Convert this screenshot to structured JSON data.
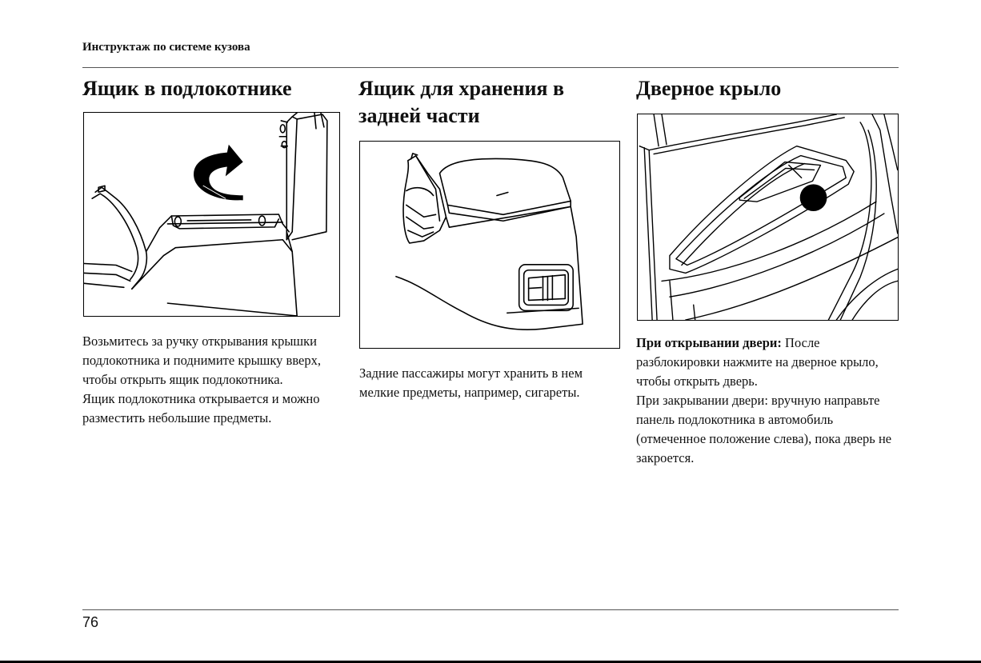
{
  "header": {
    "title": "Инструктаж по системе кузова"
  },
  "columns": [
    {
      "title": "Ящик в подлокотнике",
      "paragraphs": [
        "Возьмитесь за ручку открывания крышки подлокотника и поднимите крышку вверх, чтобы открыть ящик подлокотника.",
        "Ящик подлокотника открывается и можно разместить небольшие предметы."
      ]
    },
    {
      "title": "Ящик для хранения в задней части",
      "paragraphs": [
        "Задние пассажиры могут хранить в нем мелкие предметы, например, сигареты."
      ]
    },
    {
      "title": "Дверное крыло",
      "paragraphs": [
        {
          "lead": "При открывании двери:",
          "text": " После разблокировки нажмите на дверное крыло, чтобы открыть дверь."
        },
        "При закрывании двери: вручную направьте панель подлокотника в автомобиль (отмеченное положение слева), пока дверь не закроется."
      ]
    }
  ],
  "footer": {
    "page_number": "76"
  },
  "icons": [
    "open-lid-arrow-icon",
    "press-point-marker-icon"
  ]
}
